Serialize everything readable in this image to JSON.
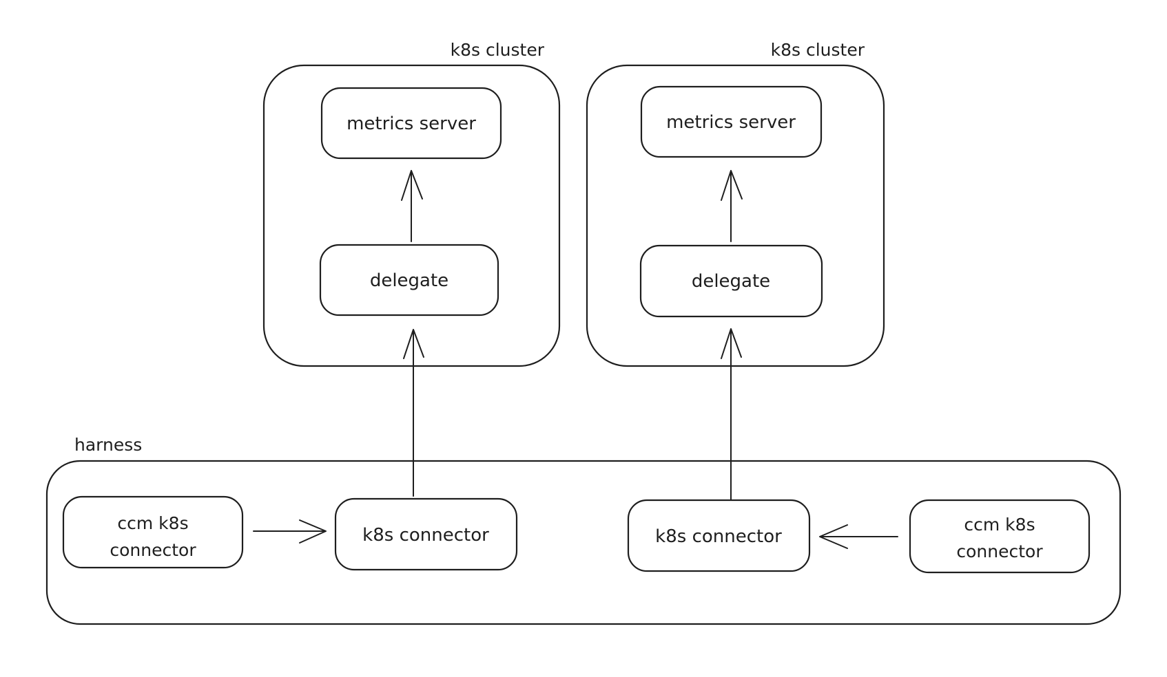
{
  "canvas": {
    "background_color": "#ffffff",
    "stroke_color": "#1e1e1e"
  },
  "clusters": [
    {
      "label": "k8s cluster",
      "nodes": {
        "metrics_server": "metrics server",
        "delegate": "delegate"
      }
    },
    {
      "label": "k8s cluster",
      "nodes": {
        "metrics_server": "metrics server",
        "delegate": "delegate"
      }
    }
  ],
  "harness": {
    "label": "harness",
    "nodes": {
      "ccm_k8s_connector_left": {
        "line1": "ccm k8s",
        "line2": "connector"
      },
      "k8s_connector_left": "k8s connector",
      "k8s_connector_right": "k8s connector",
      "ccm_k8s_connector_right": {
        "line1": "ccm k8s",
        "line2": "connector"
      }
    }
  },
  "edges": [
    {
      "from": "delegate",
      "to": "metrics server",
      "scope": "left k8s cluster"
    },
    {
      "from": "delegate",
      "to": "metrics server",
      "scope": "right k8s cluster"
    },
    {
      "from": "k8s connector (left)",
      "to": "delegate",
      "scope": "harness to left k8s cluster"
    },
    {
      "from": "k8s connector (right)",
      "to": "delegate",
      "scope": "harness to right k8s cluster"
    },
    {
      "from": "ccm k8s connector (left)",
      "to": "k8s connector (left)",
      "scope": "harness"
    },
    {
      "from": "ccm k8s connector (right)",
      "to": "k8s connector (right)",
      "scope": "harness"
    }
  ]
}
